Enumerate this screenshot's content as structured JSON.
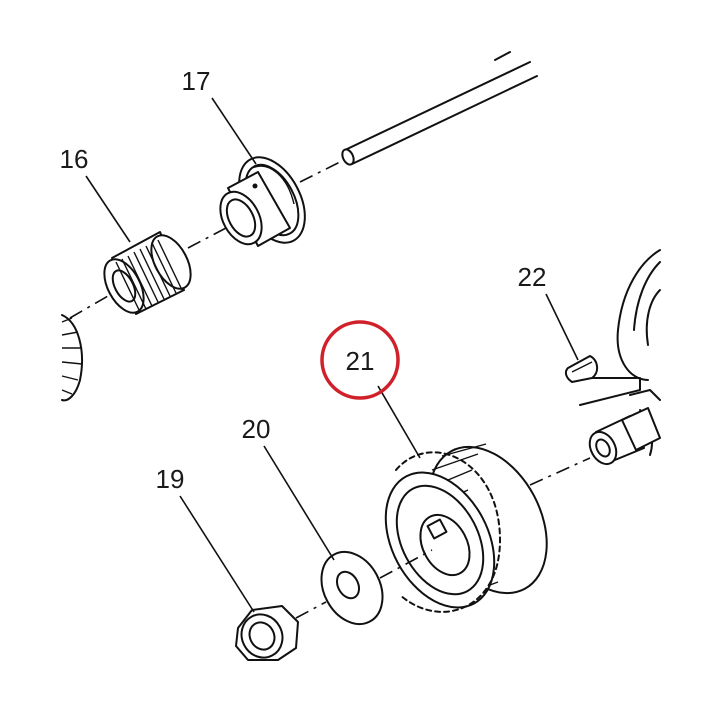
{
  "callouts": {
    "p16": "16",
    "p17": "17",
    "p19": "19",
    "p20": "20",
    "p21": "21",
    "p22": "22"
  },
  "highlight": {
    "part": "21",
    "color": "#d0202a"
  }
}
